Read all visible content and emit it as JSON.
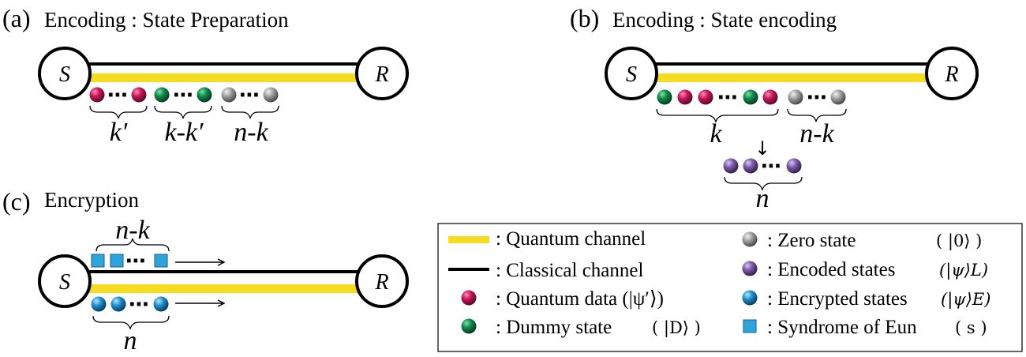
{
  "panels": {
    "a": {
      "label": "(a)",
      "title": "Encoding : State Preparation",
      "groups": [
        "k′",
        "k-k′",
        "n-k"
      ]
    },
    "b": {
      "label": "(b)",
      "title": "Encoding : State encoding",
      "groups": [
        "k",
        "n-k",
        "n"
      ],
      "arrow": "↓"
    },
    "c": {
      "label": "(c)",
      "title": "Encryption",
      "groups": [
        "n-k",
        "n"
      ]
    }
  },
  "nodes": {
    "sender": "S",
    "receiver": "R"
  },
  "ellipsis": "⋯",
  "legend": {
    "left": [
      {
        "text": ": Quantum channel",
        "symbol": ""
      },
      {
        "text": ": Classical channel",
        "symbol": ""
      },
      {
        "text": ": Quantum data (|ψ′⟩)",
        "symbol": ""
      },
      {
        "text": ": Dummy state",
        "symbol": "( |D⟩ )"
      }
    ],
    "right": [
      {
        "text": ": Zero state",
        "symbol": "( |0⟩ )"
      },
      {
        "text": ": Encoded states",
        "symbol": "(|ψ⟩L)"
      },
      {
        "text": ": Encrypted states",
        "symbol": "(|ψ⟩E)"
      },
      {
        "text": ": Syndrome of Eun",
        "symbol": "( s )"
      }
    ]
  },
  "colors": {
    "quantum_channel": "#f5dc1e",
    "classical_channel": "#000000",
    "quantum_data": "#c8155a",
    "dummy": "#0f8a4a",
    "zero": "#9a9a9a",
    "encoded": "#7a5aa8",
    "encrypted": "#1f8fcf",
    "syndrome": "#2fa3dc"
  }
}
